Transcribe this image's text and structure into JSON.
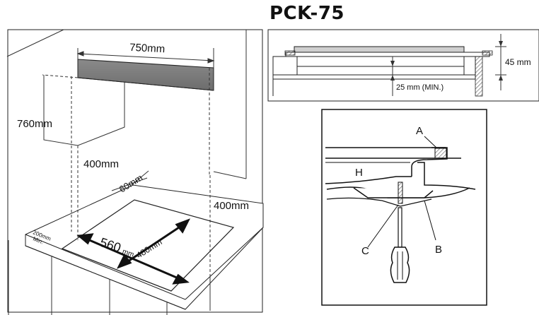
{
  "title": "PCK-75",
  "install_diagram": {
    "width_label": "750mm",
    "height_label": "760mm",
    "clearance_label": "400mm",
    "side_clearance_label": "400mm",
    "rear_label": "60mm",
    "front_label_value": "200mm",
    "front_label_min": "Min.",
    "cutout_width_number": "560",
    "cutout_width_unit": "mm",
    "cutout_depth_label": "480mm"
  },
  "section_diagram": {
    "depth_label": "45 mm",
    "gap_label": "25 mm (MIN.)"
  },
  "detail_diagram": {
    "label_a": "A",
    "label_b": "B",
    "label_c": "C",
    "label_h": "H"
  }
}
